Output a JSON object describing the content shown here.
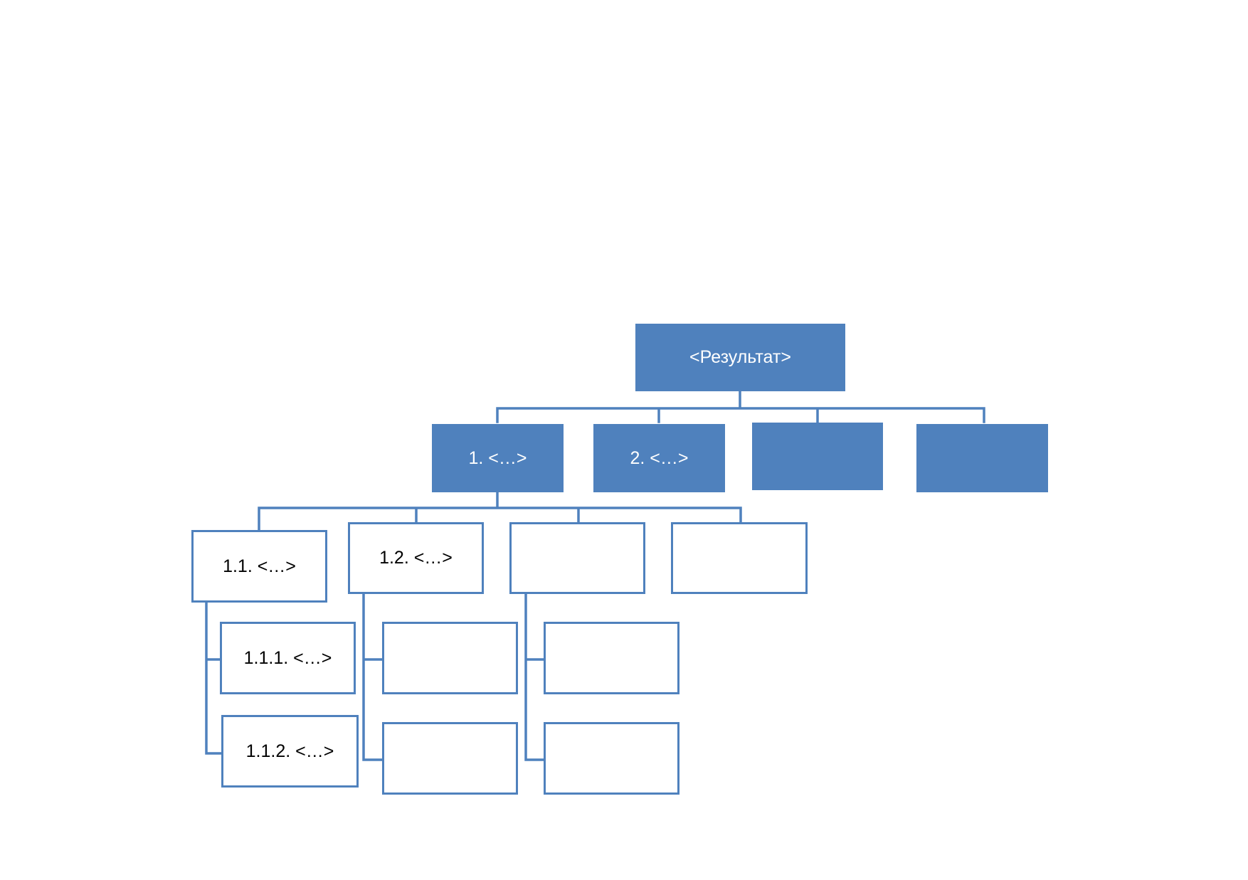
{
  "diagram": {
    "colors": {
      "fill": "#4f81bd",
      "outline": "#4f81bd",
      "connector": "#4f81bd",
      "background": "#ffffff"
    },
    "root": {
      "label": "<Результат>"
    },
    "level1": [
      {
        "label": "1. <…>"
      },
      {
        "label": "2. <…>"
      },
      {
        "label": ""
      },
      {
        "label": ""
      }
    ],
    "level2": [
      {
        "label": "1.1. <…>"
      },
      {
        "label": "1.2. <…>"
      },
      {
        "label": ""
      },
      {
        "label": ""
      }
    ],
    "level3": [
      {
        "label": "1.1.1. <…>"
      },
      {
        "label": "1.1.2. <…>"
      },
      {
        "label": ""
      },
      {
        "label": ""
      },
      {
        "label": ""
      },
      {
        "label": ""
      }
    ]
  }
}
